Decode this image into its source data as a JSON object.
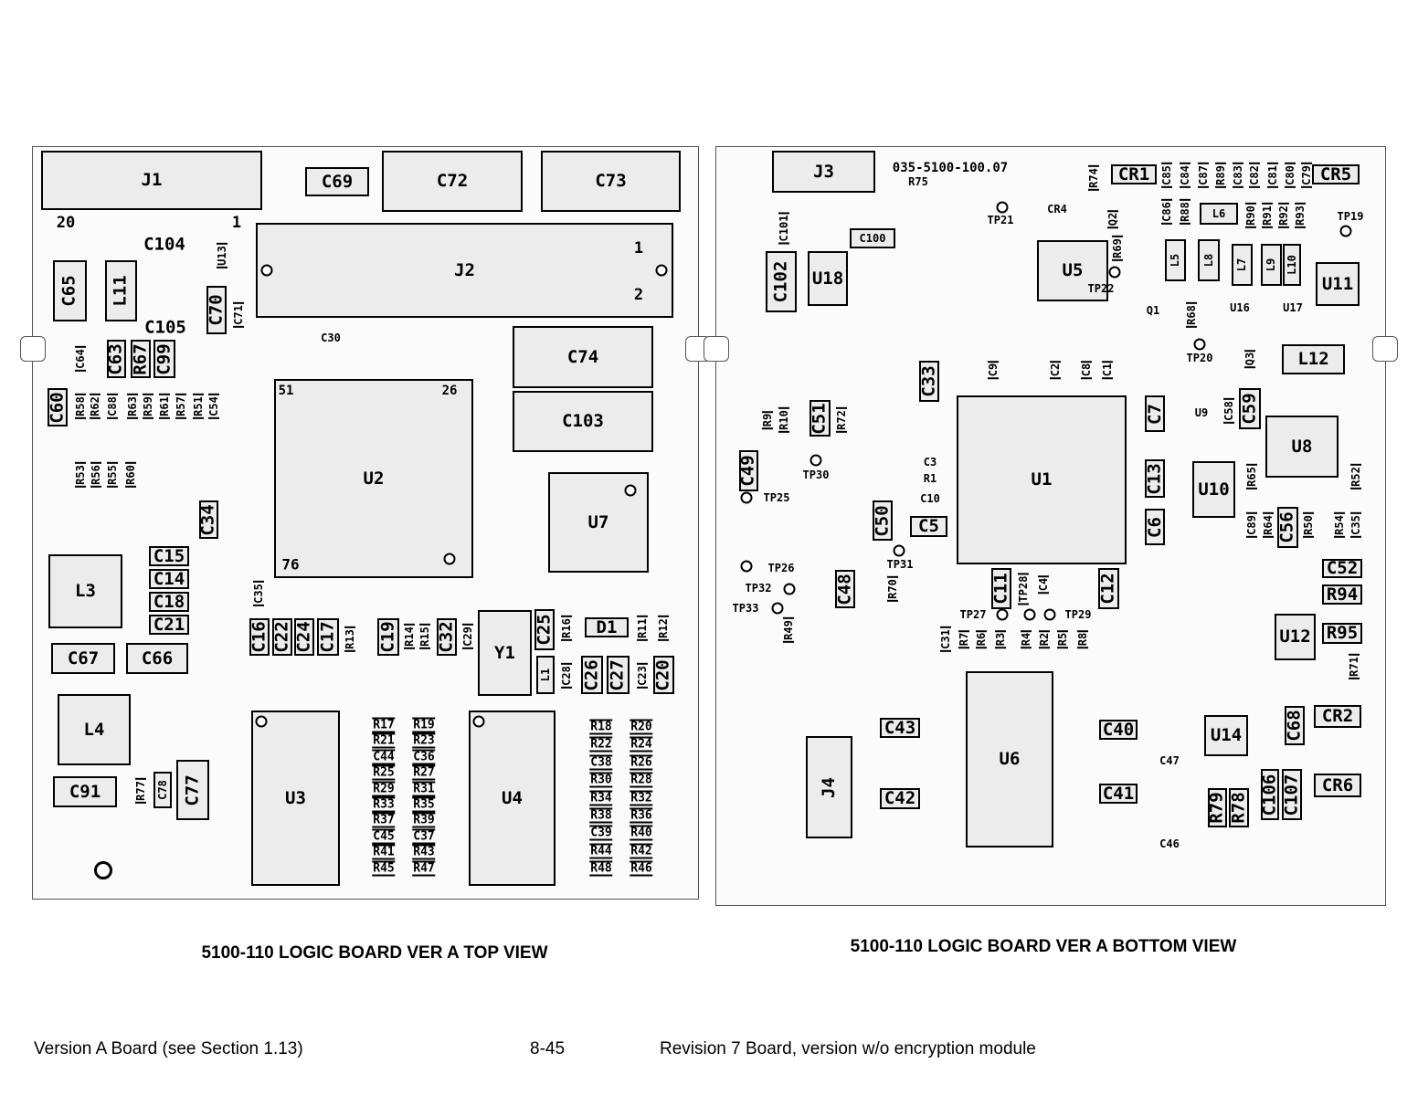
{
  "top_view": {
    "caption": "5100-110 LOGIC BOARD VER A TOP VIEW",
    "pins": {
      "j1_pin_20": "20",
      "j1_pin_1": "1",
      "j2_pin_1": "1",
      "j2_pin_2": "2",
      "u2_pin_51": "51",
      "u2_pin_26": "26",
      "u2_pin_76": "76"
    },
    "components": [
      "J1",
      "C69",
      "C72",
      "C73",
      "J2",
      "C104",
      "U13",
      "C65",
      "L11",
      "C105",
      "C70",
      "C71",
      "C30",
      "C74",
      "C103",
      "C64",
      "C63",
      "R67",
      "C99",
      "C60",
      "R58",
      "R62",
      "C88",
      "R63",
      "R59",
      "R61",
      "R57",
      "R51",
      "C54",
      "R53",
      "R56",
      "R55",
      "R60",
      "U2",
      "C34",
      "U7",
      "L3",
      "C15",
      "C14",
      "C18",
      "C21",
      "C35",
      "C16",
      "C22",
      "C24",
      "C17",
      "R13",
      "C19",
      "R14",
      "R15",
      "C32",
      "C29",
      "Y1",
      "C25",
      "R16",
      "D1",
      "R11",
      "R12",
      "L1",
      "C28",
      "C26",
      "C27",
      "C23",
      "C20",
      "C67",
      "C66",
      "L4",
      "C91",
      "R77",
      "C78",
      "C77",
      "U3",
      "U4"
    ],
    "resistor_grid": [
      [
        "R17",
        "R21",
        "C44",
        "R25",
        "R29",
        "R33",
        "R37",
        "C45",
        "R41",
        "R45"
      ],
      [
        "R19",
        "R23",
        "C36",
        "R27",
        "R31",
        "R35",
        "R39",
        "C37",
        "R43",
        "R47"
      ],
      [
        "R18",
        "R22",
        "C38",
        "R30",
        "R34",
        "R38",
        "C39",
        "R44",
        "R48"
      ],
      [
        "R20",
        "R24",
        "R26",
        "R28",
        "R32",
        "R36",
        "R40",
        "R42",
        "R46"
      ]
    ]
  },
  "bottom_view": {
    "caption": "5100-110 LOGIC BOARD VER A BOTTOM VIEW",
    "part_number": "035-5100-100.07",
    "components": [
      "J3",
      "R75",
      "R74",
      "CR4",
      "TP21",
      "CR1",
      "C85",
      "C84",
      "C87",
      "R89",
      "C83",
      "C82",
      "C81",
      "C80",
      "C79",
      "CR5",
      "C86",
      "R88",
      "L6",
      "R90",
      "R91",
      "R92",
      "R93",
      "TP19",
      "Q2",
      "R69",
      "C101",
      "C100",
      "C102",
      "U18",
      "U5",
      "TP22",
      "L5",
      "L8",
      "L7",
      "L9",
      "L10",
      "U11",
      "Q1",
      "R68",
      "U16",
      "U17",
      "TP20",
      "Q3",
      "L12",
      "C33",
      "C9",
      "C2",
      "C8",
      "C1",
      "U1",
      "R9",
      "R10",
      "C51",
      "R72",
      "C7",
      "U9",
      "C58",
      "C59",
      "U8",
      "C49",
      "TP30",
      "TP25",
      "C3",
      "R1",
      "C10",
      "C13",
      "U10",
      "R65",
      "R52",
      "C50",
      "C5",
      "C6",
      "C89",
      "R64",
      "C56",
      "R50",
      "R54",
      "C35",
      "TP31",
      "TP26",
      "TP32",
      "TP33",
      "C48",
      "R70",
      "C11",
      "TP28",
      "C4",
      "C12",
      "C52",
      "R94",
      "R95",
      "R71",
      "R49",
      "TP27",
      "TP29",
      "C31",
      "R7",
      "R6",
      "R3",
      "R4",
      "R2",
      "R5",
      "R8",
      "U12",
      "U6",
      "C43",
      "C42",
      "J4",
      "C40",
      "C41",
      "C47",
      "C46",
      "U14",
      "C68",
      "CR2",
      "R79",
      "R78",
      "C106",
      "C107",
      "CR6"
    ]
  },
  "footer": {
    "left": "Version A Board (see Section 1.13)",
    "page": "8-45",
    "right": "Revision 7 Board, version w/o encryption module"
  }
}
